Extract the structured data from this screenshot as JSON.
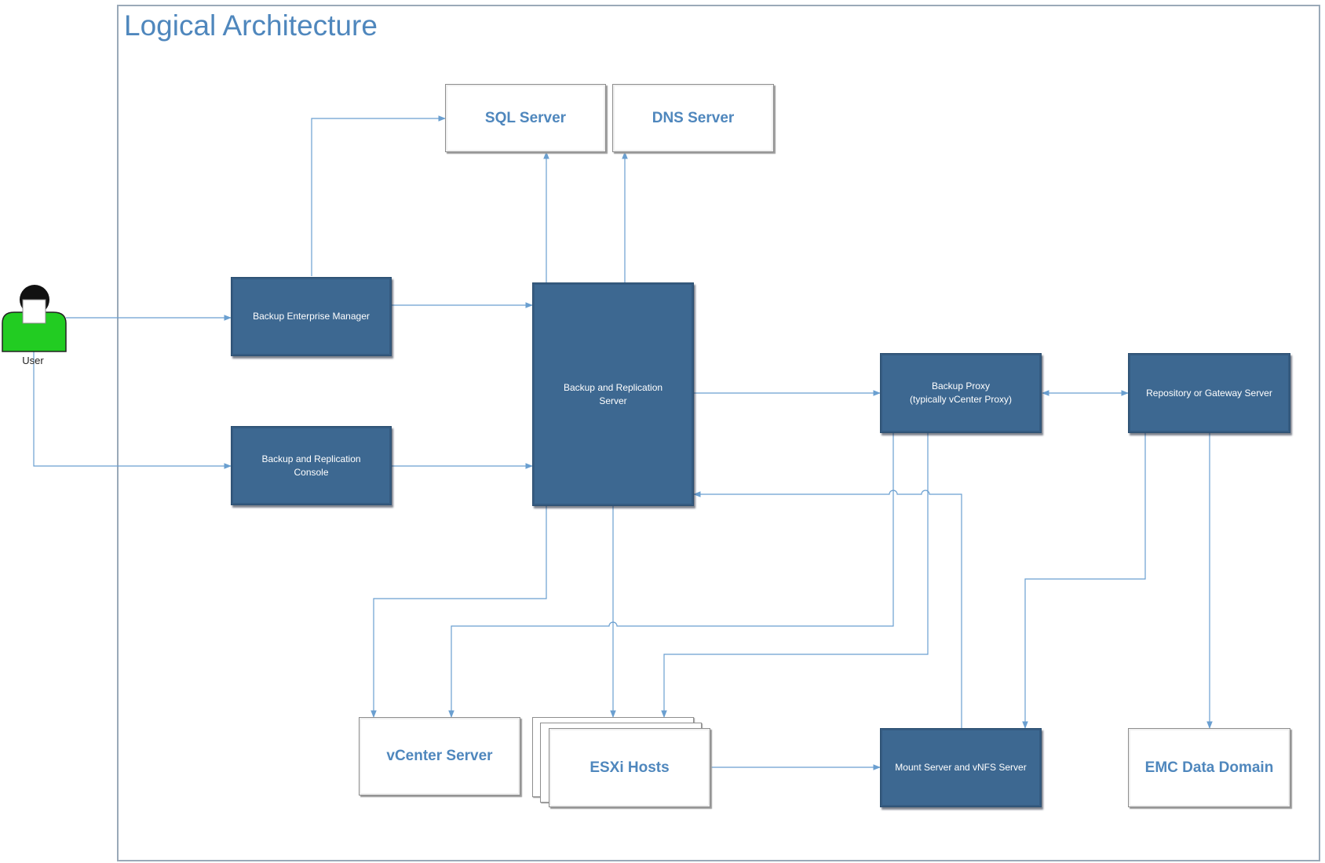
{
  "diagram": {
    "title": "Logical Architecture",
    "user_label": "User",
    "nodes": {
      "sql_server": "SQL Server",
      "dns_server": "DNS Server",
      "backup_enterprise_manager": "Backup Enterprise Manager",
      "backup_replication_console": "Backup and Replication\nConsole",
      "backup_replication_server": "Backup and Replication\nServer",
      "backup_proxy": "Backup Proxy\n(typically vCenter Proxy)",
      "repository_gateway_server": "Repository or Gateway Server",
      "vcenter_server": "vCenter Server",
      "esxi_hosts": "ESXi Hosts",
      "mount_vnfs_server": "Mount Server and vNFS Server",
      "emc_data_domain": "EMC Data Domain"
    },
    "colors": {
      "accent": "#4f87bd",
      "dark_box": "#3d6891",
      "connector": "#6a9fd0",
      "user_body": "#22cc22"
    },
    "icons": [
      "user-icon"
    ]
  }
}
